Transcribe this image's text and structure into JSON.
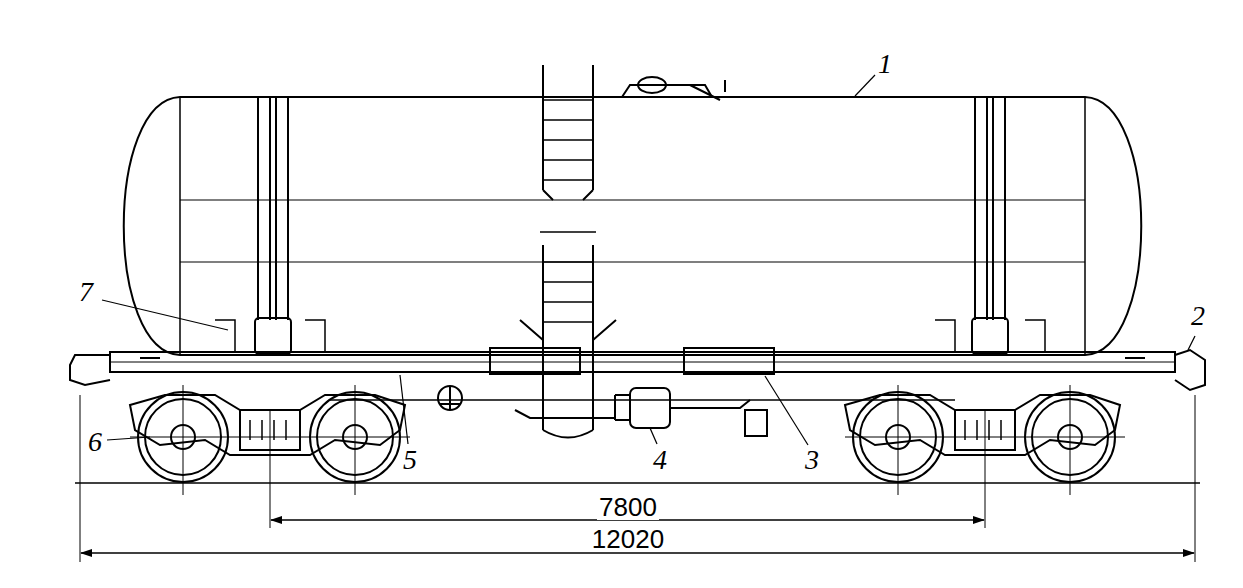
{
  "diagram": {
    "labels": [
      "1",
      "2",
      "3",
      "4",
      "5",
      "6",
      "7",
      "7800",
      "12020"
    ]
  }
}
